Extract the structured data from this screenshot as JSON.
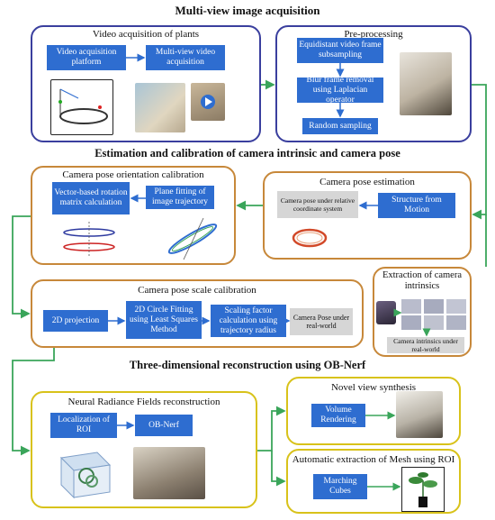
{
  "titles": {
    "multiview": "Multi-view image acquisition",
    "estimation": "Estimation and calibration of camera intrinsic and camera pose",
    "reconstruction": "Three-dimensional reconstruction using OB-Nerf"
  },
  "video_acquisition": {
    "title": "Video acquisition of plants",
    "platform": "Video acquisition platform",
    "multiview_video": "Multi-view video acquisition"
  },
  "preprocessing": {
    "title": "Pre-processing",
    "step1": "Equidistant video frame subsampling",
    "step2": "Blur frame removal using Laplacian operator",
    "step3": "Random sampling"
  },
  "orientation": {
    "title": "Camera pose orientation calibration",
    "vector": "Vector-based rotation matrix calculation",
    "plane": "Plane fitting of image trajectory"
  },
  "pose_estimation": {
    "title": "Camera pose estimation",
    "relative": "Camera pose under relative coordinate system",
    "sfm": "Structure from Motion"
  },
  "scale": {
    "title": "Camera pose scale calibration",
    "projection": "2D projection",
    "circle": "2D Circle Fitting using Least Squares Method",
    "scaling": "Scaling factor calculation using trajectory radius",
    "real_world": "Camera Pose under real-world"
  },
  "intrinsics": {
    "title": "Extraction of camera intrinsics",
    "result": "Camera intrinsics under real-world"
  },
  "nerf": {
    "title": "Neural Radiance Fields reconstruction",
    "roi": "Localization of ROI",
    "obnerf": "OB-Nerf"
  },
  "novel_view": {
    "title": "Novel view synthesis",
    "volume": "Volume Rendering"
  },
  "mesh": {
    "title": "Automatic extraction of Mesh using ROI",
    "marching": "Marching Cubes"
  },
  "colors": {
    "blue_box": "#2e6dd0",
    "blue_border": "#3a3f9e",
    "orange_border": "#c7883a",
    "yellow_border": "#d8c21a",
    "green_arrow": "#3aa55a"
  }
}
